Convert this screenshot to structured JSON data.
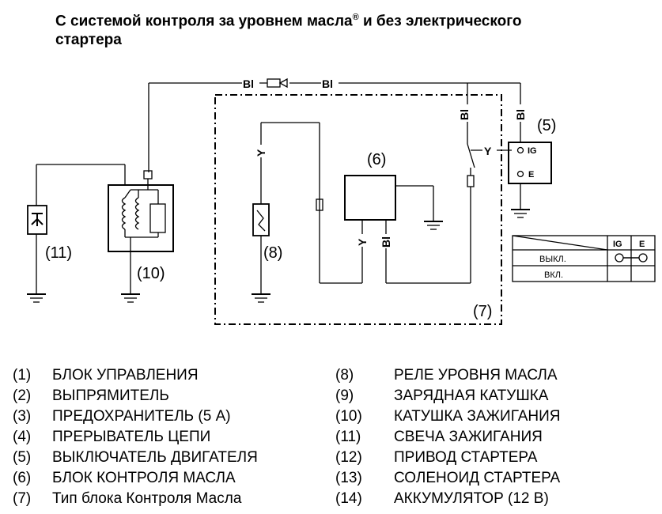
{
  "title": {
    "line1": "С системой контроля за уровнем масла",
    "trademark": "®",
    "line1_end": " и без электрического",
    "line2": "стартера"
  },
  "wire_colors": {
    "black": "Bl",
    "yellow": "Y"
  },
  "callouts": [
    "(5)",
    "(6)",
    "(7)",
    "(8)",
    "(10)",
    "(11)"
  ],
  "switch_table": {
    "headers": [
      "IG",
      "E"
    ],
    "rows": [
      {
        "label": "ВЫКЛ.",
        "connected": true
      },
      {
        "label": "ВКЛ.",
        "connected": false
      }
    ]
  },
  "switch_terminals": [
    "IG",
    "E"
  ],
  "legend_left": [
    {
      "num": "(1)",
      "text": "БЛОК УПРАВЛЕНИЯ"
    },
    {
      "num": "(2)",
      "text": "ВЫПРЯМИТЕЛЬ"
    },
    {
      "num": "(3)",
      "text": "ПРЕДОХРАНИТЕЛЬ (5 А)"
    },
    {
      "num": "(4)",
      "text": "ПРЕРЫВАТЕЛЬ ЦЕПИ"
    },
    {
      "num": "(5)",
      "text": "ВЫКЛЮЧАТЕЛЬ ДВИГАТЕЛЯ"
    },
    {
      "num": "(6)",
      "text": "БЛОК КОНТРОЛЯ МАСЛА"
    },
    {
      "num": "(7)",
      "text": "Тип блока Контроля Масла"
    }
  ],
  "legend_right": [
    {
      "num": "(8)",
      "text": "РЕЛЕ УРОВНЯ МАСЛА"
    },
    {
      "num": "(9)",
      "text": "ЗАРЯДНАЯ КАТУШКА"
    },
    {
      "num": "(10)",
      "text": "КАТУШКА ЗАЖИГАНИЯ"
    },
    {
      "num": "(11)",
      "text": "СВЕЧА ЗАЖИГАНИЯ"
    },
    {
      "num": "(12)",
      "text": "ПРИВОД СТАРТЕРА"
    },
    {
      "num": "(13)",
      "text": "СОЛЕНОИД СТАРТЕРА"
    },
    {
      "num": "(14)",
      "text": "АККУМУЛЯТОР (12 В)"
    }
  ]
}
